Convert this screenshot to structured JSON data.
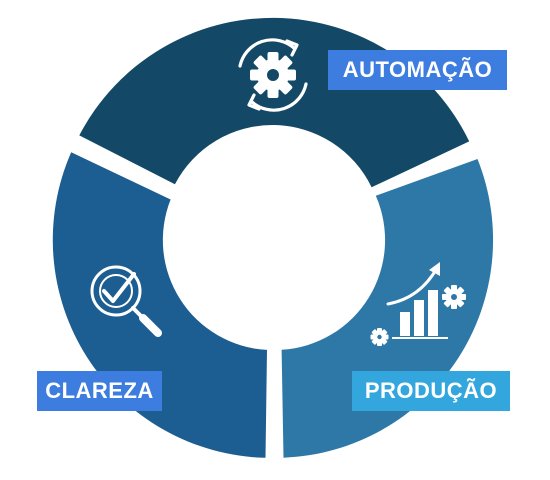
{
  "segments": [
    {
      "id": "automacao",
      "label": "AUTOMAÇÃO",
      "icon": "gear-cycle-icon",
      "segment_color": "#134966",
      "label_color": "#3d7ddf"
    },
    {
      "id": "producao",
      "label": "PRODUÇÃO",
      "icon": "growth-chart-gears-icon",
      "segment_color": "#2e78a8",
      "label_color": "#33a6dd"
    },
    {
      "id": "clareza",
      "label": "CLAREZA",
      "icon": "search-check-icon",
      "segment_color": "#1c5d92",
      "label_color": "#3d7ddf"
    }
  ]
}
